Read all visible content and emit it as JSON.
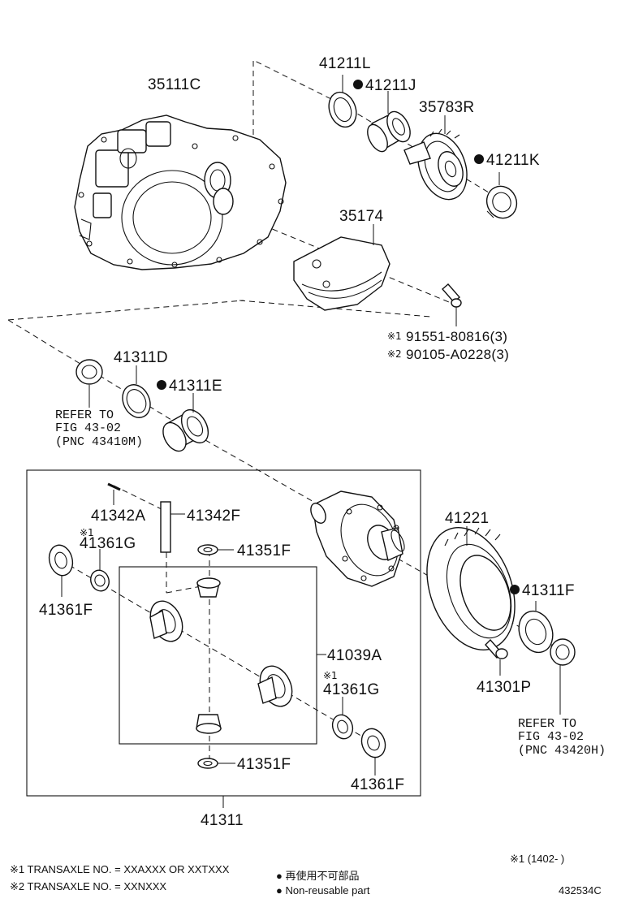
{
  "part_numbers": {
    "p35111C": "35111C",
    "p41211L": "41211L",
    "p41211J": "41211J",
    "p35783R": "35783R",
    "p41211K": "41211K",
    "p35174": "35174",
    "bolt1": "91551-80816(3)",
    "bolt2": "90105-A0228(3)",
    "p41311D": "41311D",
    "p41311E": "41311E",
    "p41342A": "41342A",
    "p41342F": "41342F",
    "p41361G_top": "41361G",
    "p41351F_top": "41351F",
    "p41221": "41221",
    "p41311F": "41311F",
    "p41361F_left": "41361F",
    "p41039A": "41039A",
    "p41301P": "41301P",
    "p41361G_bottom": "41361G",
    "p41351F_bottom": "41351F",
    "p41361F_bottom": "41361F",
    "p41311": "41311"
  },
  "marks": {
    "m1": "※1",
    "m2": "※2",
    "dot": "●"
  },
  "refer_left": {
    "line1": "REFER TO",
    "line2": "FIG 43-02",
    "line3": "(PNC 43410M)"
  },
  "refer_right": {
    "line1": "REFER TO",
    "line2": "FIG 43-02",
    "line3": "(PNC 43420H)"
  },
  "footnotes": {
    "note1": "※1 TRANSAXLE NO. = XXAXXX OR XXTXXX",
    "note2": "※2 TRANSAXLE NO. = XXNXXX",
    "legend_jp": "● 再使用不可部品",
    "legend_en": "● Non-reusable part",
    "date_range": "※1 (1402-      )",
    "figure_id": "432534C"
  },
  "colors": {
    "line": "#111111",
    "background": "#ffffff"
  }
}
